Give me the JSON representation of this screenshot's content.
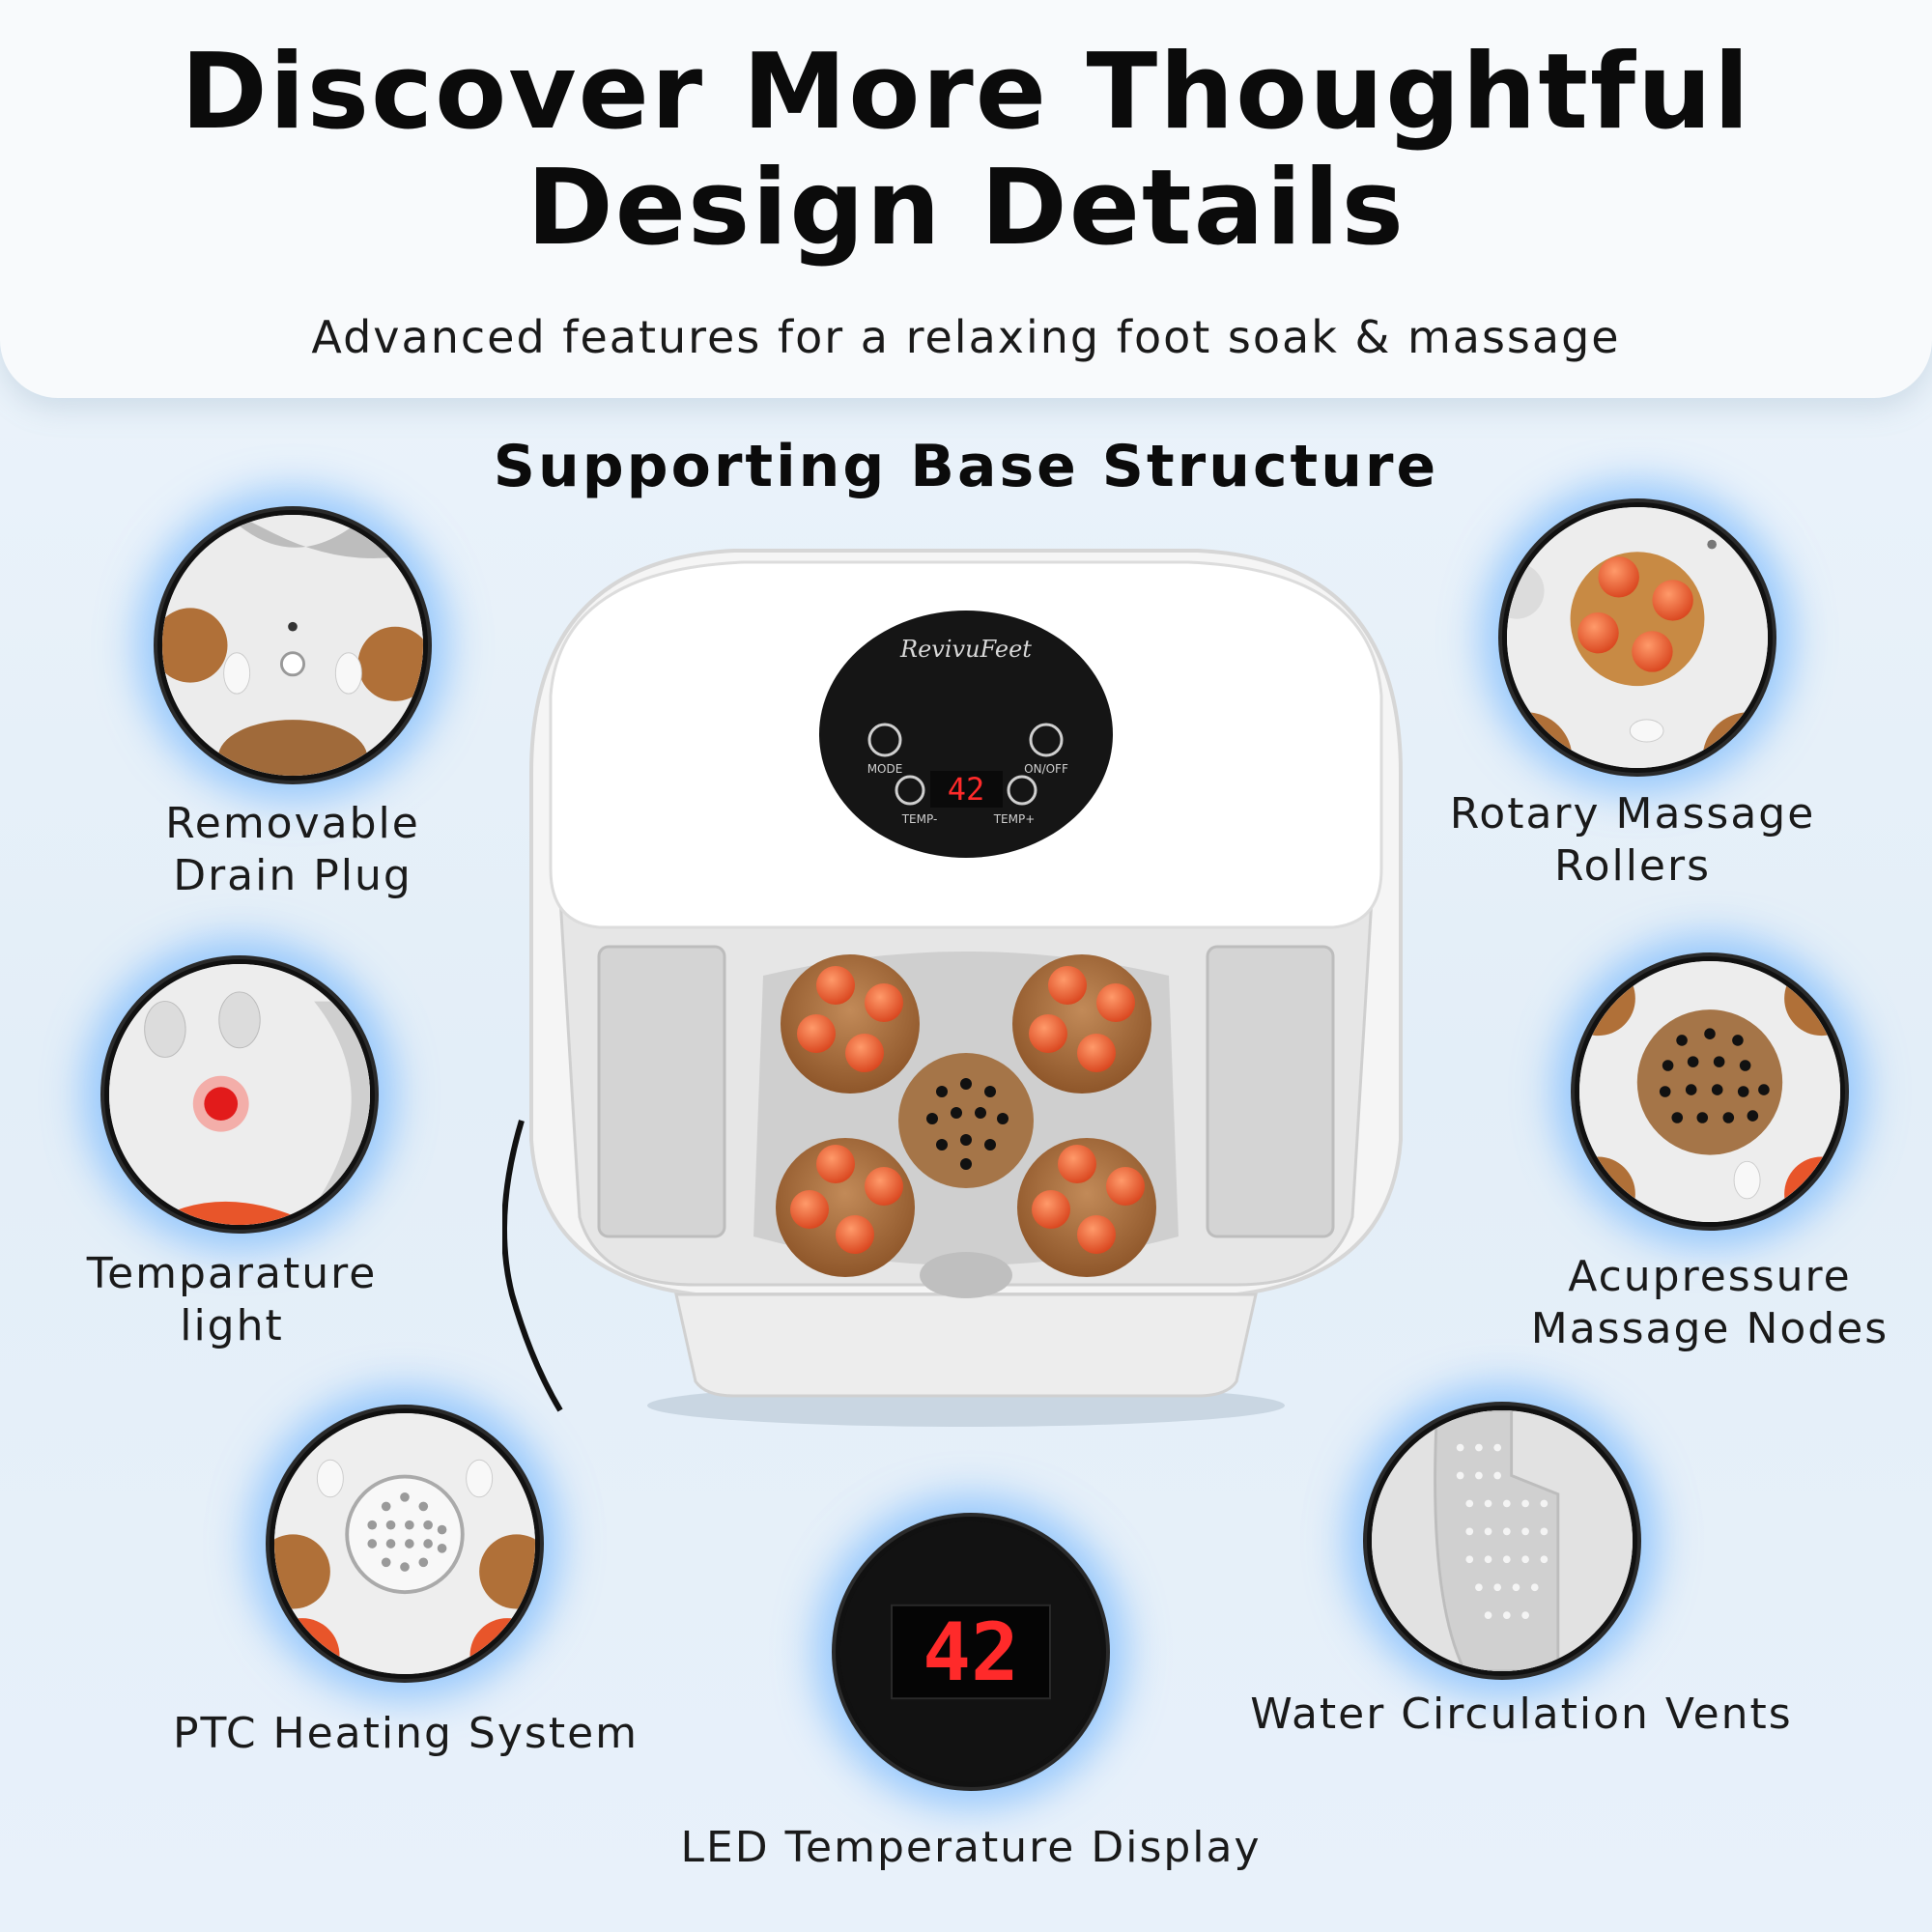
{
  "header": {
    "title_line1": "Discover More Thoughtful",
    "title_line2": "Design Details",
    "subtitle": "Advanced features for a relaxing foot soak & massage"
  },
  "section_title": "Supporting Base Structure",
  "features": {
    "drain_plug": {
      "line1": "Removable",
      "line2": "Drain Plug"
    },
    "temp_light": {
      "line1": "Temparature",
      "line2": "light"
    },
    "ptc_heating": {
      "line1": "PTC Heating System"
    },
    "led_display": {
      "line1": "LED Temperature Display",
      "reading": "42"
    },
    "water_vents": {
      "line1": "Water Circulation Vents"
    },
    "acupressure": {
      "line1": "Acupressure",
      "line2": "Massage Nodes"
    },
    "rotary_rollers": {
      "line1": "Rotary Massage",
      "line2": "Rollers"
    }
  },
  "device_panel": {
    "brand": "RevivuFeet",
    "mode_label": "MODE",
    "onoff_label": "ON/OFF",
    "temp_down_label": "TEMP-",
    "temp_up_label": "TEMP+",
    "reading": "42"
  },
  "colors": {
    "accent_glow": "#5aaaff",
    "roller_orange": "#e8552a",
    "roller_base": "#a0612e",
    "led_red": "#ff2a2a"
  }
}
